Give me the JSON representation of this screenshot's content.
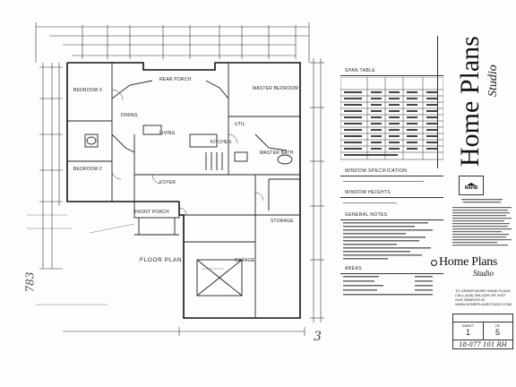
{
  "rooms": {
    "bedroom3": "BEDROOM 3",
    "rear_porch": "REAR PORCH",
    "master_bedroom": "MASTER BEDROOM",
    "living": "LIVING",
    "kitchen": "KITCHEN",
    "bedroom2": "BEDROOM 2",
    "foyer": "FOYER",
    "master_bath": "MASTER BATH",
    "storage": "STORAGE",
    "floor_plan": "FLOOR PLAN",
    "garage": "GARAGE",
    "front_porch": "FRONT PORCH",
    "dining": "DINING",
    "util": "UTIL"
  },
  "panel": {
    "span_table": "SPAN TABLE",
    "window_specification": "WINDOW SPECIFICATION",
    "window_heights": "WINDOW HEIGHTS",
    "general_notes": "GENERAL NOTES",
    "areas": "AREAS"
  },
  "brand": {
    "name": "Home Plans",
    "script": "Studio",
    "badge": "NAHB"
  },
  "order_text": "TO ORDER MORE HOME PLANS, CALL (405) 359-2329 OR VISIT OUR WEBSITE AT WWW.HOMEPLANSSTUDIO.COM",
  "sheet_table": {
    "sheet_label": "SHEET",
    "sheet_value": "1",
    "of_label": "OF",
    "total_value": "5",
    "plan_number": "18-077 101 RH"
  },
  "handwriting": {
    "left_number": "783",
    "bottom_number": "3"
  },
  "colors": {
    "ink": "#1a1a1a",
    "paper": "#fdfdfd"
  }
}
